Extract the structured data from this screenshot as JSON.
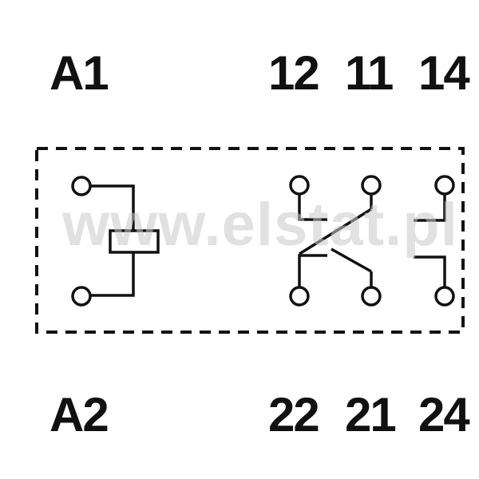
{
  "labels": {
    "a1": "A1",
    "a2": "A2",
    "t12": "12",
    "t11": "11",
    "t14": "14",
    "t22": "22",
    "t21": "21",
    "t24": "24"
  },
  "watermark": "www.elstat.pl",
  "colors": {
    "ink": "#111111",
    "watermark": "#c8c8c8",
    "background": "#ffffff"
  }
}
